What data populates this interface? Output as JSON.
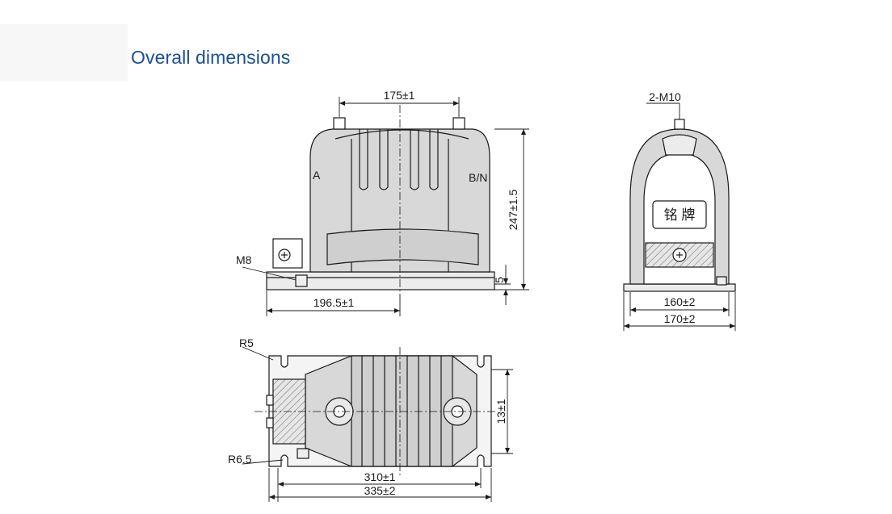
{
  "header": {
    "title": "Overall dimensions"
  },
  "front_view": {
    "terminal_spacing": "175±1",
    "height": "247±1.5",
    "base_step": "5",
    "depth": "196.5±1",
    "terminal_left": "A",
    "terminal_right": "B/N",
    "ground_bolt": "M8"
  },
  "side_view": {
    "terminal_thread": "2-M10",
    "nameplate": "铭 牌",
    "inner_width": "160±2",
    "outer_width": "170±2"
  },
  "top_view": {
    "corner_radius_small": "R5",
    "corner_radius_large": "R6.5",
    "mount_spacing": "310±1",
    "length": "335±2",
    "width": "13±1"
  },
  "colors": {
    "title": "#1a4f9c",
    "line": "#1a1a1a",
    "body": "#dcdcdc"
  }
}
